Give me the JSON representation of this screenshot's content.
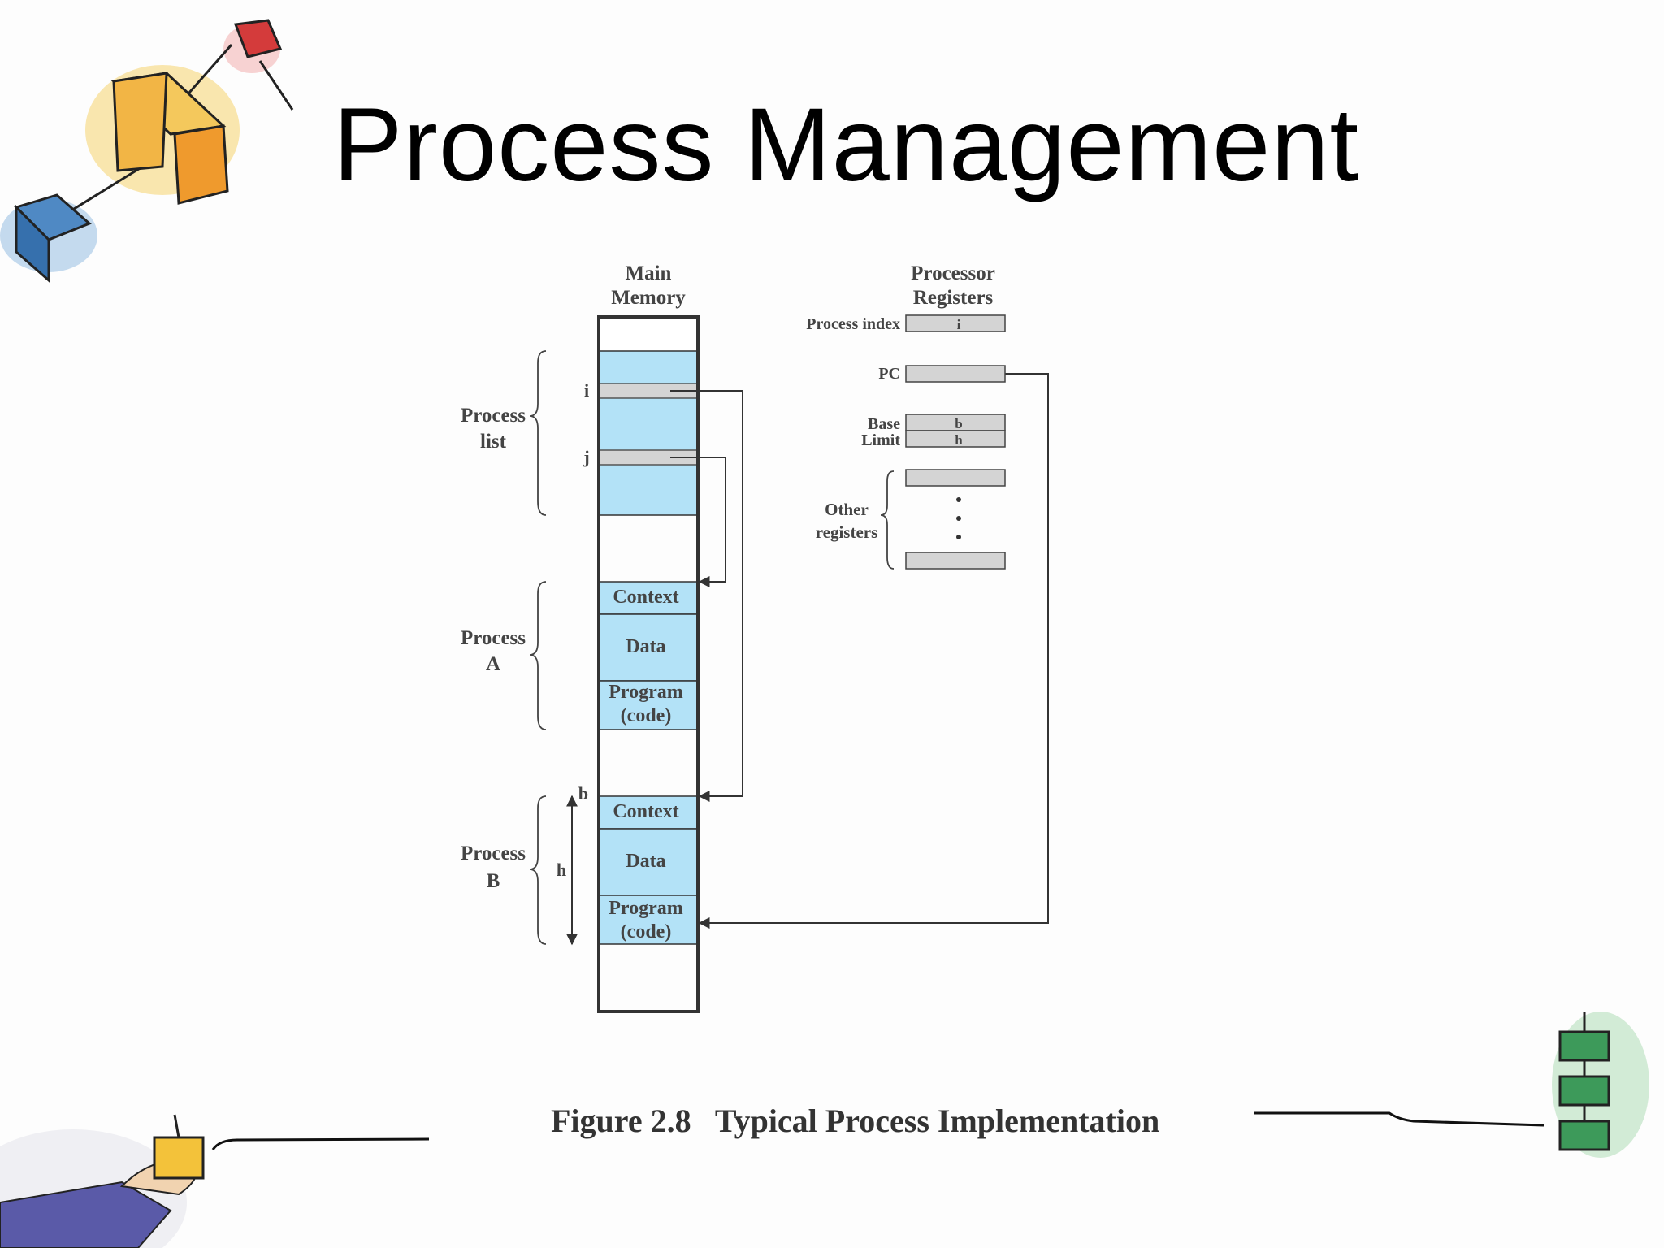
{
  "slide": {
    "title": "Process Management",
    "caption": "Figure 2.8   Typical Process Implementation"
  },
  "diagram": {
    "main_memory_label": [
      "Main",
      "Memory"
    ],
    "processor_registers_label": [
      "Processor",
      "Registers"
    ],
    "process_index_label": "Process index",
    "process_index_value": "i",
    "pc_label": "PC",
    "base_label": "Base",
    "base_value": "b",
    "limit_label": "Limit",
    "limit_value": "h",
    "other_registers_label": [
      "Other",
      "registers"
    ],
    "process_list_label": [
      "Process",
      "list"
    ],
    "process_a_label": [
      "Process",
      "A"
    ],
    "process_b_label": [
      "Process",
      "B"
    ],
    "entry_i": "i",
    "entry_j": "j",
    "b_marker": "b",
    "h_marker": "h",
    "context_label": "Context",
    "data_label": "Data",
    "program_label": [
      "Program",
      "(code)"
    ],
    "memory_fill_color": "#b3e2f7",
    "entry_fill_color": "#d4d4d4"
  }
}
